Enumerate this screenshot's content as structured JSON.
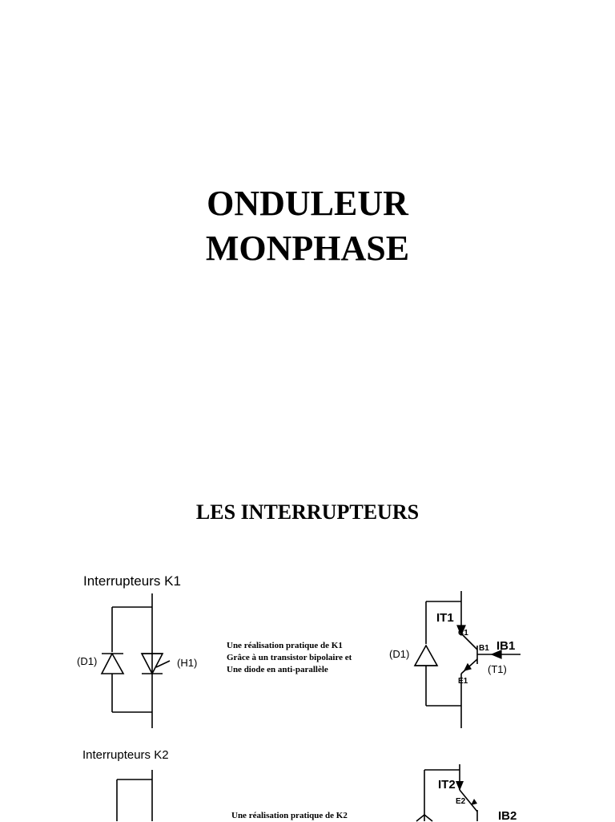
{
  "title": {
    "line1": "ONDULEUR",
    "line2": "MONPHASE"
  },
  "section_title": "LES INTERRUPTEURS",
  "k1": {
    "title": "Interrupteurs K1",
    "diode_label": "(D1)",
    "thyristor_label": "(H1)",
    "description": [
      "Une réalisation pratique de K1",
      "Grâce à un transistor bipolaire et",
      "Une diode en anti-parallèle"
    ],
    "transistor": {
      "diode_label": "(D1)",
      "transistor_label": "(T1)",
      "current_collector": "IT1",
      "collector": "C1",
      "base": "B1",
      "base_current": "IB1",
      "emitter": "E1"
    }
  },
  "k2": {
    "title": "Interrupteurs K2",
    "description": [
      "Une réalisation pratique de K2"
    ],
    "transistor": {
      "current_collector": "IT2",
      "emitter": "E2",
      "base_current": "IB2"
    }
  }
}
